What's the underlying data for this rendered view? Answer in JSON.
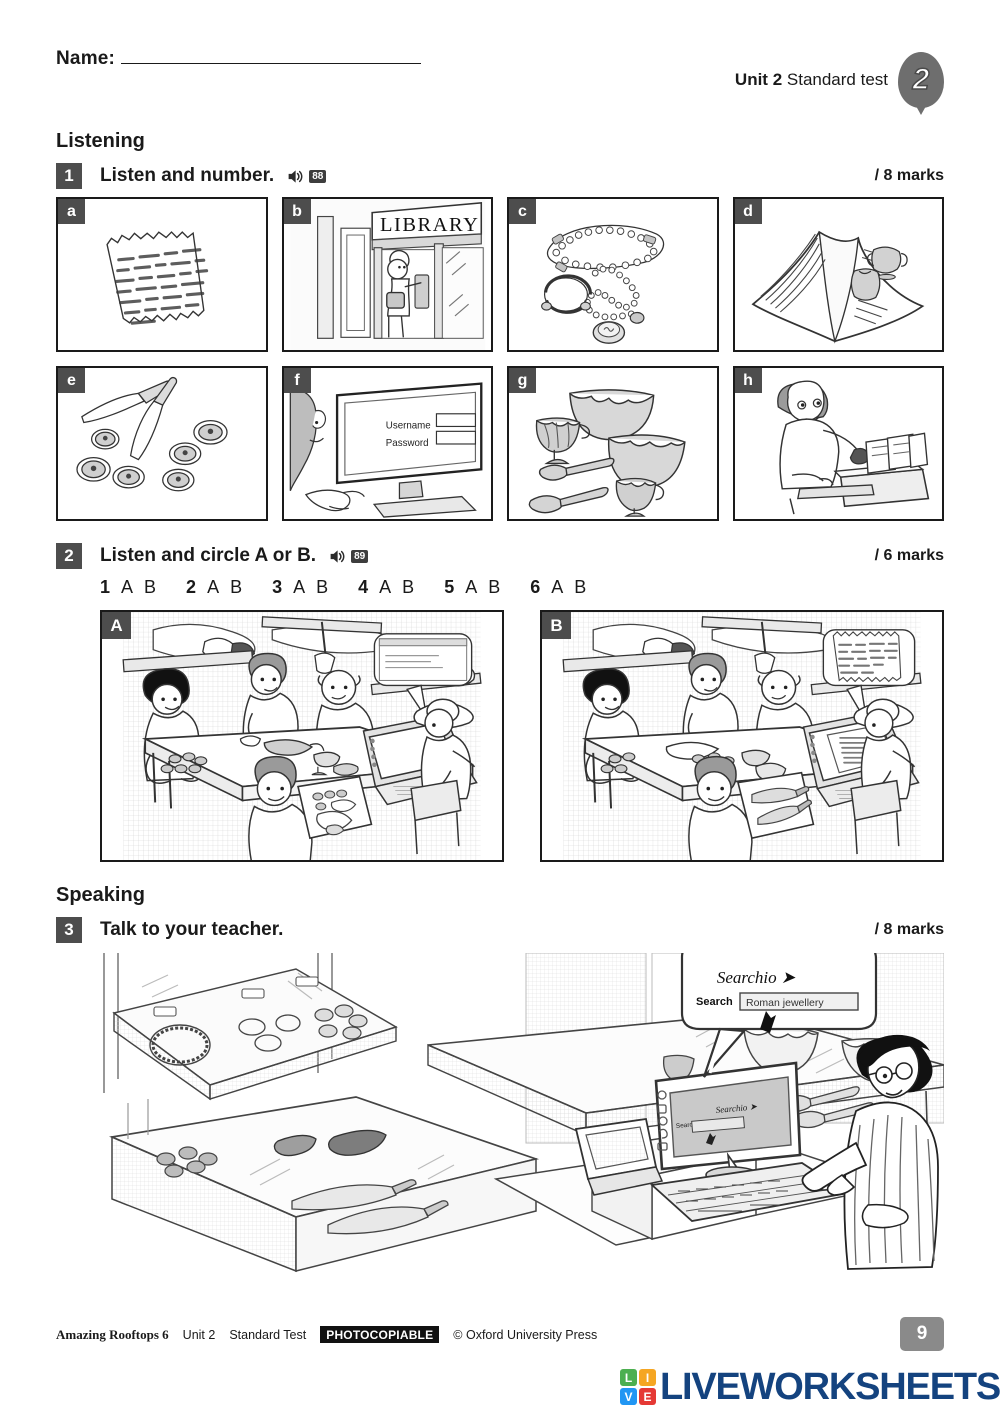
{
  "header": {
    "name_label": "Name:",
    "unit_bold": "Unit 2",
    "unit_rest": " Standard test",
    "unit_badge": "2"
  },
  "sections": {
    "listening": "Listening",
    "speaking": "Speaking"
  },
  "exercise1": {
    "number": "1",
    "instruction": "Listen and number.",
    "audio_track": "88",
    "marks": "/ 8 marks",
    "panels": [
      {
        "tag": "a",
        "scene": "ancient-manuscript-document"
      },
      {
        "tag": "b",
        "scene": "library-entrance",
        "sign": "LIBRARY"
      },
      {
        "tag": "c",
        "scene": "jewellery-necklaces-bracelet-ring"
      },
      {
        "tag": "d",
        "scene": "open-book-with-pottery"
      },
      {
        "tag": "e",
        "scene": "knives-and-coins"
      },
      {
        "tag": "f",
        "scene": "computer-login-screen",
        "field1": "Username",
        "field2": "Password"
      },
      {
        "tag": "g",
        "scene": "pottery-bowls-cups-spoons"
      },
      {
        "tag": "h",
        "scene": "woman-sorting-box-of-finds"
      }
    ]
  },
  "exercise2": {
    "number": "2",
    "instruction": "Listen and circle A or B.",
    "audio_track": "89",
    "marks": "/ 6 marks",
    "answers": [
      {
        "n": "1",
        "a": "A",
        "b": "B"
      },
      {
        "n": "2",
        "a": "A",
        "b": "B"
      },
      {
        "n": "3",
        "a": "A",
        "b": "B"
      },
      {
        "n": "4",
        "a": "A",
        "b": "B"
      },
      {
        "n": "5",
        "a": "A",
        "b": "B"
      },
      {
        "n": "6",
        "a": "A",
        "b": "B"
      }
    ],
    "pictures": [
      {
        "tag": "A",
        "scene": "archaeology-dig-team-laptop-browser-window"
      },
      {
        "tag": "B",
        "scene": "archaeology-dig-team-laptop-manuscript-document"
      }
    ]
  },
  "exercise3": {
    "number": "3",
    "instruction": "Talk to your teacher.",
    "marks": "/ 8 marks",
    "scene": "museum-display-cases-boy-at-computer",
    "speech_bubble": {
      "brand": "Searchio",
      "search_label": "Search",
      "query": "Roman jewellery"
    }
  },
  "footer": {
    "book": "Amazing Rooftops 6",
    "unit": "Unit 2",
    "test": "Standard Test",
    "photocopiable": "PHOTOCOPIABLE",
    "copyright": "© Oxford University Press",
    "page": "9"
  },
  "logo": {
    "cells": [
      {
        "letter": "L",
        "color": "#4caf50"
      },
      {
        "letter": "I",
        "color": "#f5a623"
      },
      {
        "letter": "V",
        "color": "#2196f3"
      },
      {
        "letter": "E",
        "color": "#e53935"
      }
    ],
    "word": "LIVEWORKSHEETS"
  }
}
